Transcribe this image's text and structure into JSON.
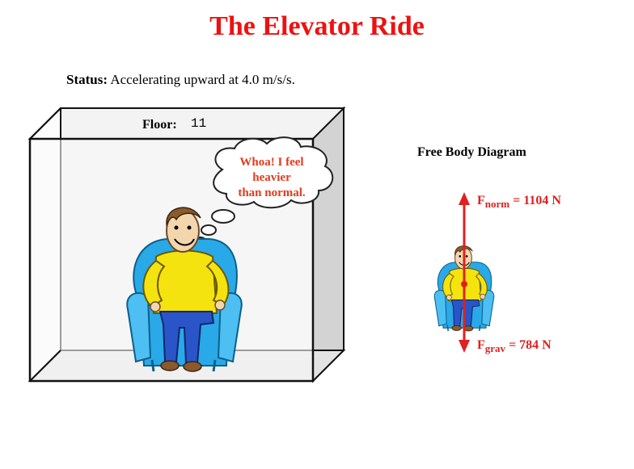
{
  "title": "The Elevator Ride",
  "status": {
    "label": "Status:",
    "text": " Accelerating upward at 4.0 m/s/s."
  },
  "elevator": {
    "floor_label": "Floor:",
    "floor_value": "11",
    "thought_lines": [
      "Whoa! I feel",
      "heavier",
      "than normal."
    ]
  },
  "fbd": {
    "title": "Free Body Diagram",
    "normal": {
      "symbol": "F",
      "sub": "norm",
      "value": " = 1104 N"
    },
    "gravity": {
      "symbol": "F",
      "sub": "grav",
      "value": " = 784 N"
    }
  },
  "colors": {
    "title": "#ee1111",
    "thought_text": "#e23b1e",
    "arrow": "#e02020",
    "chair": "#29a9e8",
    "shirt": "#f5e30f",
    "pants": "#2a55c8",
    "skin": "#f4d6ae",
    "hair": "#8a5a2b"
  }
}
